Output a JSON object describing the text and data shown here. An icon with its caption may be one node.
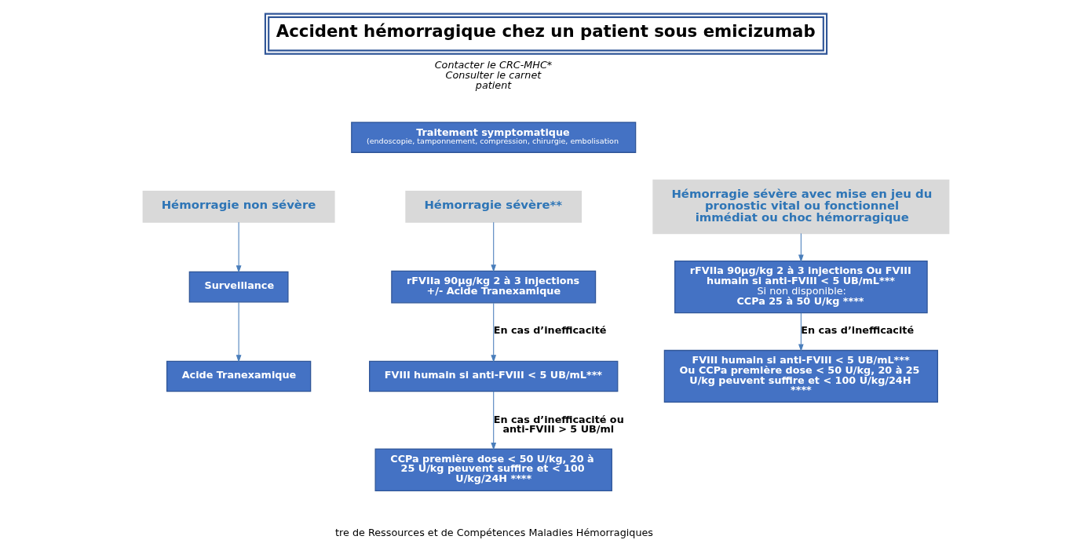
{
  "diagram": {
    "title": "Accident hémorragique chez un patient sous emicizumab",
    "nodes": [
      {
        "text": [
          "Traitement symptomatique",
          "(endoscopie, tamponnement, compression, chirurgie, embolisation"
        ]
      },
      {
        "text": [
          "Hémorragie non sévère"
        ]
      },
      {
        "text": [
          "Hémorragie sévère**"
        ]
      },
      {
        "text": [
          "Hémorragie sévère avec mise en jeu du pronostic vital ou fonctionnel immédiat ou choc hémorragique"
        ]
      },
      {
        "text": [
          "Surveillance"
        ]
      },
      {
        "text": [
          "Acide Tranexamique"
        ]
      },
      {
        "text": [
          "rFVIIa 90µg/kg 2 à 3 injections +/- Acide Tranexamique"
        ]
      },
      {
        "text": [
          "FVIII humain si anti-FVIII < 5 UB/mL***"
        ]
      },
      {
        "text": [
          "CCPa première dose < 50 U/kg, 20 à 25 U/kg peuvent suffire et < 100 U/kg/24H ****"
        ]
      },
      {
        "text": [
          "rFVIIa 90µg/kg 2 à 3 injections Ou FVIII humain si anti-FVIII < 5 UB/mL***",
          "Si non disponible:",
          "CCPa 25 à 50 U/kg ****"
        ]
      },
      {
        "text": [
          "FVIII humain si anti-FVIII < 5 UB/mL*** Ou CCPa première dose < 50 U/kg, 20 à 25 U/kg peuvent suffire et < 100 U/kg/24H ****"
        ]
      }
    ],
    "edges": [
      {
        "from": 1,
        "to": 4,
        "arrow": "to"
      },
      {
        "from": 4,
        "to": 5,
        "arrow": "to"
      },
      {
        "from": 2,
        "to": 6,
        "arrow": "to"
      },
      {
        "from": 6,
        "to": 7,
        "arrow": "to",
        "label": "En cas d’inefficacité"
      },
      {
        "from": 7,
        "to": 8,
        "arrow": "to",
        "label": "En cas d’inefficacité ou anti-FVIII > 5 UB/ml"
      },
      {
        "from": 3,
        "to": 9,
        "arrow": "to"
      },
      {
        "from": 9,
        "to": 10,
        "arrow": "to",
        "label": "En cas d’inefficacité"
      }
    ],
    "labels": [
      "Contacter le CRC-MHC* Consulter le carnet patient",
      "tre de Ressources et de Compétences Maladies Hémorragiques"
    ]
  }
}
